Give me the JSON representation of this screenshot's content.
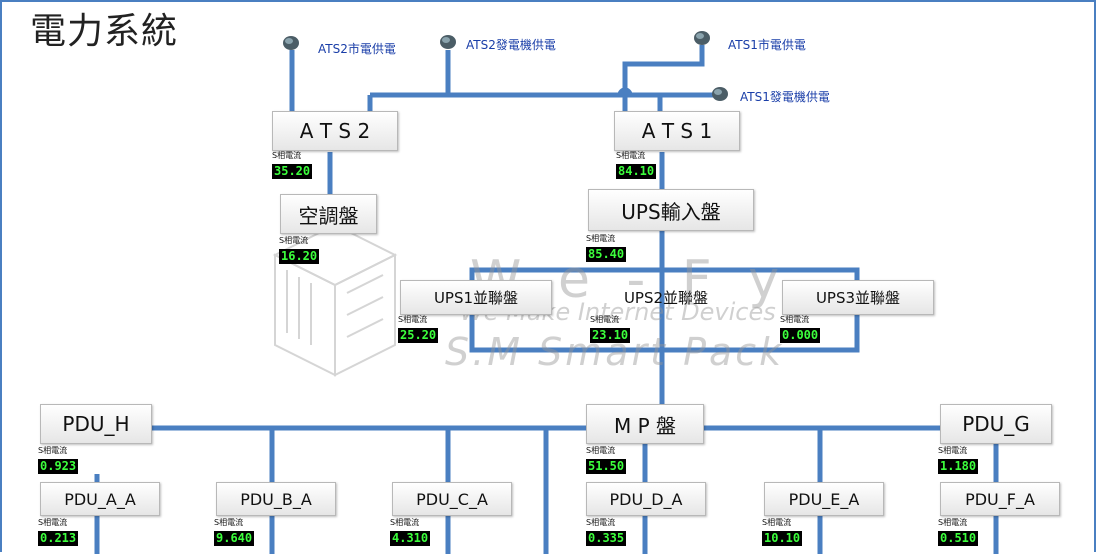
{
  "title": "電力系統",
  "sources": {
    "ats2_mains": "ATS2市電供電",
    "ats2_gen": "ATS2發電機供電",
    "ats1_mains": "ATS1市電供電",
    "ats1_gen": "ATS1發電機供電"
  },
  "nodes": {
    "ats2": "A T S 2",
    "ats1": "A T S 1",
    "aircon": "空調盤",
    "ups_input": "UPS輸入盤",
    "ups1": "UPS1並聯盤",
    "ups2": "UPS2並聯盤",
    "ups3": "UPS3並聯盤",
    "pdu_h": "PDU_H",
    "mp": "M P 盤",
    "pdu_g": "PDU_G",
    "pdu_a_a": "PDU_A_A",
    "pdu_b_a": "PDU_B_A",
    "pdu_c_a": "PDU_C_A",
    "pdu_d_a": "PDU_D_A",
    "pdu_e_a": "PDU_E_A",
    "pdu_f_a": "PDU_F_A"
  },
  "meter_label": "S相電流",
  "meters": {
    "ats2": "35.20",
    "ats1": "84.10",
    "aircon": "16.20",
    "ups_input": "85.40",
    "ups1": "25.20",
    "ups2": "23.10",
    "ups3": "0.000",
    "mp": "51.50",
    "pdu_h": "0.923",
    "pdu_g": "1.180",
    "pdu_a_a": "0.213",
    "pdu_b_a": "9.640",
    "pdu_c_a": "4.310",
    "pdu_d_a": "0.335",
    "pdu_e_a": "10.10",
    "pdu_f_a": "0.510"
  },
  "watermark": {
    "brand": "W e - F y",
    "tagline": "We Make Internet Devices",
    "product": "S.M Smart Pack"
  },
  "colors": {
    "line": "#4a7fc1",
    "display_bg": "#000000",
    "display_text": "#3cff3c",
    "source_label": "#1a3ea8"
  }
}
